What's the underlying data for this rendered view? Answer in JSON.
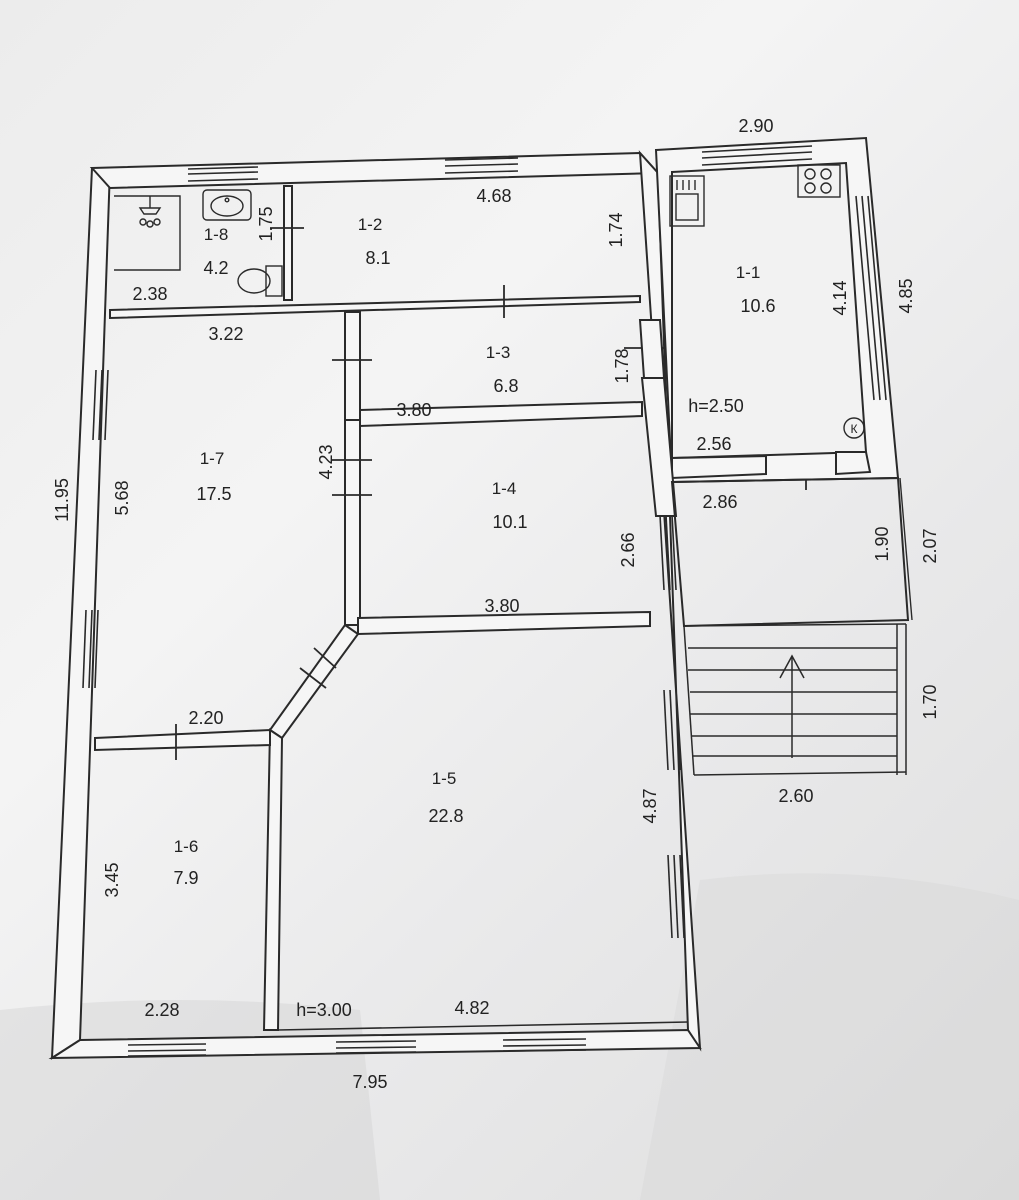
{
  "rooms": [
    {
      "id": "1-1",
      "area": "10.6"
    },
    {
      "id": "1-2",
      "area": "8.1"
    },
    {
      "id": "1-3",
      "area": "6.8"
    },
    {
      "id": "1-4",
      "area": "10.1"
    },
    {
      "id": "1-5",
      "area": "22.8"
    },
    {
      "id": "1-6",
      "area": "7.9"
    },
    {
      "id": "1-7",
      "area": "17.5"
    },
    {
      "id": "1-8",
      "area": "4.2"
    }
  ],
  "heights": {
    "kitchen": "h=2.50",
    "main": "h=3.00"
  },
  "dimensions": {
    "top_kitchen_width": "2.90",
    "kitchen_outer_height": "4.85",
    "kitchen_inner_height": "4.14",
    "kitchen_inner_width": "2.56",
    "porch_width": "2.86",
    "porch_inner_height": "1.90",
    "porch_outer_height": "2.07",
    "stairs_height": "1.70",
    "stairs_width": "2.60",
    "room_1_2_width": "4.68",
    "room_1_2_height": "1.74",
    "room_1_8_height": "1.75",
    "room_1_8_width": "2.38",
    "room_1_7_width": "3.22",
    "room_1_7_height": "5.68",
    "room_1_3_height": "1.78",
    "room_1_3_width": "3.80",
    "room_1_4_height_a": "4.23",
    "room_1_4_height_b": "2.66",
    "room_1_4_width": "3.80",
    "room_1_6_top_width": "2.20",
    "room_1_6_height": "3.45",
    "room_1_6_width": "2.28",
    "room_1_5_width": "4.82",
    "room_1_5_height": "4.87",
    "house_total_height": "11.95",
    "house_total_width": "7.95"
  },
  "fixtures": {
    "kitchen_stove_marker": "К"
  }
}
